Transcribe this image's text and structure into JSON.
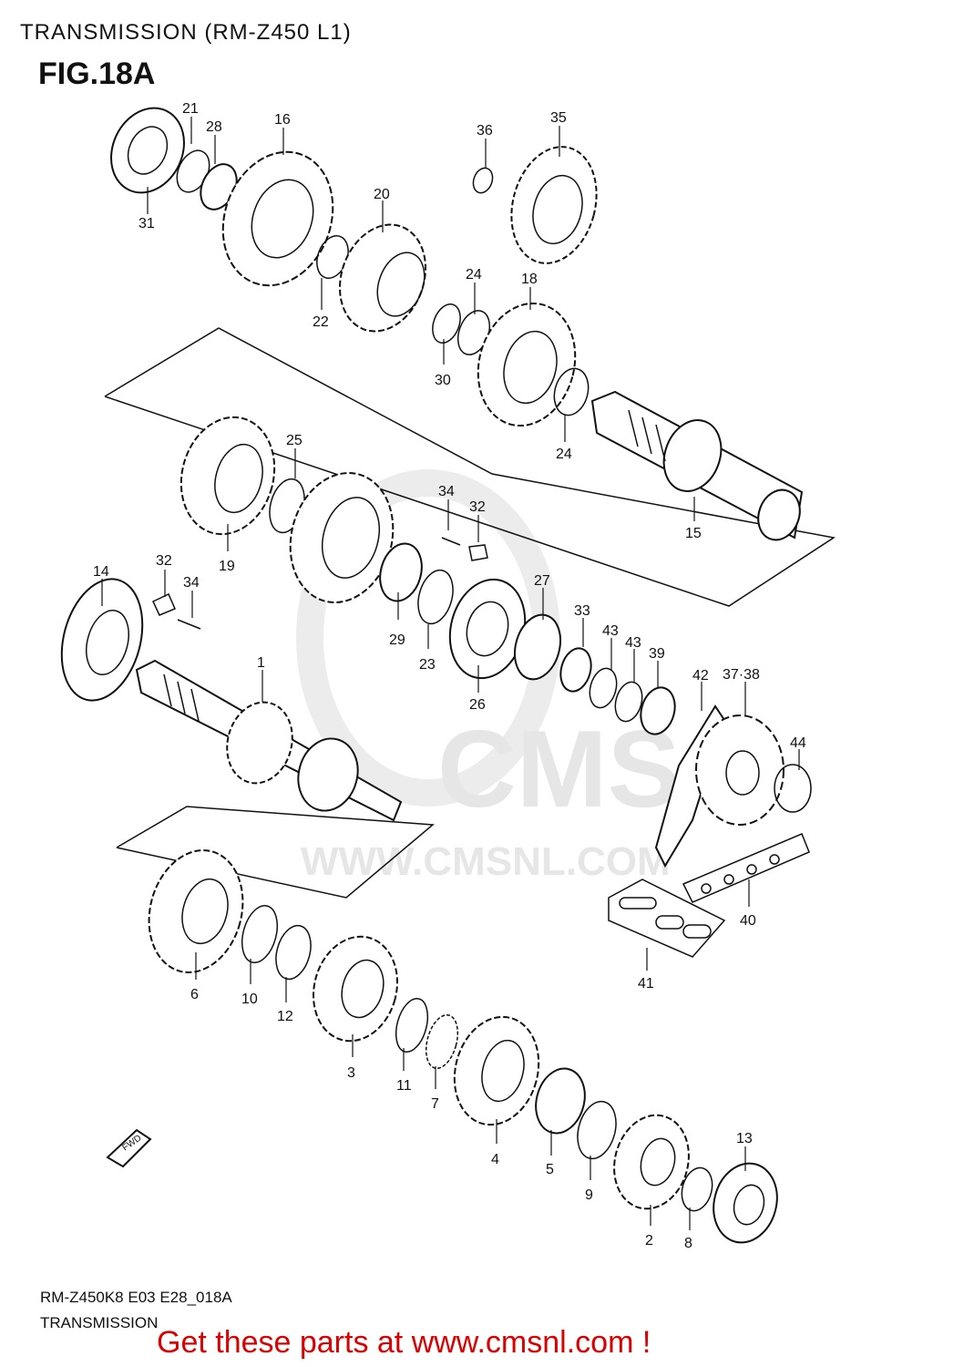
{
  "header": {
    "title": "TRANSMISSION (RM-Z450 L1)",
    "figure": "FIG.18A"
  },
  "watermark": {
    "brand": "CMS",
    "url": "WWW.CMSNL.COM"
  },
  "callouts": [
    "21",
    "28",
    "16",
    "36",
    "35",
    "31",
    "20",
    "22",
    "24",
    "18",
    "30",
    "24",
    "25",
    "34",
    "32",
    "19",
    "15",
    "14",
    "32",
    "34",
    "27",
    "29",
    "23",
    "33",
    "43",
    "43",
    "39",
    "42",
    "37·38",
    "1",
    "26",
    "44",
    "40",
    "41",
    "6",
    "10",
    "12",
    "3",
    "11",
    "7",
    "4",
    "5",
    "9",
    "13",
    "2",
    "8"
  ],
  "direction_badge": "FWD",
  "footer": {
    "code": "RM-Z450K8 E03 E28_018A",
    "name": "TRANSMISSION",
    "promo": "Get these parts at www.cmsnl.com !"
  },
  "colors": {
    "line": "#111111",
    "watermark": "#e6e6e6",
    "promo": "#d80000"
  }
}
